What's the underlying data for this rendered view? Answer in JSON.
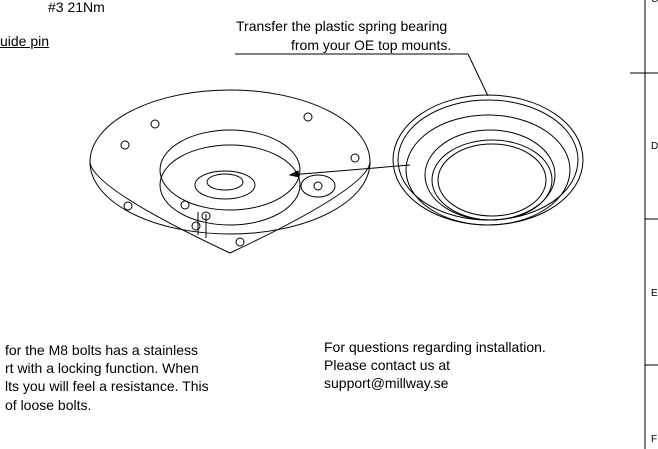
{
  "torque_note": "#3 21Nm",
  "guide_pin_label": "uide pin",
  "callout": {
    "line1": "Transfer the plastic spring bearing",
    "line2": "from your OE top mounts."
  },
  "bolt_note": [
    "for the M8 bolts has a stainless",
    "rt with a locking function. When",
    "lts you will feel a resistance. This",
    "of loose bolts."
  ],
  "contact": [
    "For questions regarding installation.",
    "Please contact us at",
    "support@millway.se"
  ],
  "zones": [
    "C",
    "D",
    "E",
    "F"
  ]
}
